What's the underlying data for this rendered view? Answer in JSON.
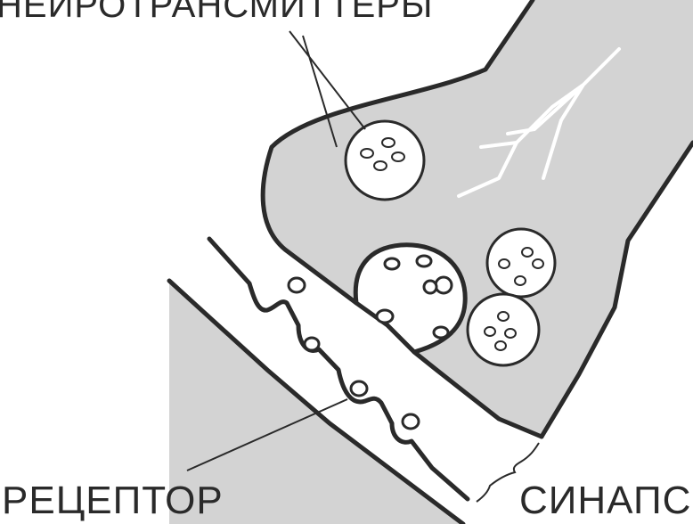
{
  "labels": {
    "neurotransmitters": "НЕЙРОТРАНСМИТТЕРЫ",
    "receptor": "РЕЦЕПТОР",
    "synapse": "СИНАПС"
  },
  "colors": {
    "cell_fill": "#d3d3d3",
    "outline": "#2a2a2a",
    "vesicle_fill": "#ffffff",
    "background": "#ffffff"
  }
}
